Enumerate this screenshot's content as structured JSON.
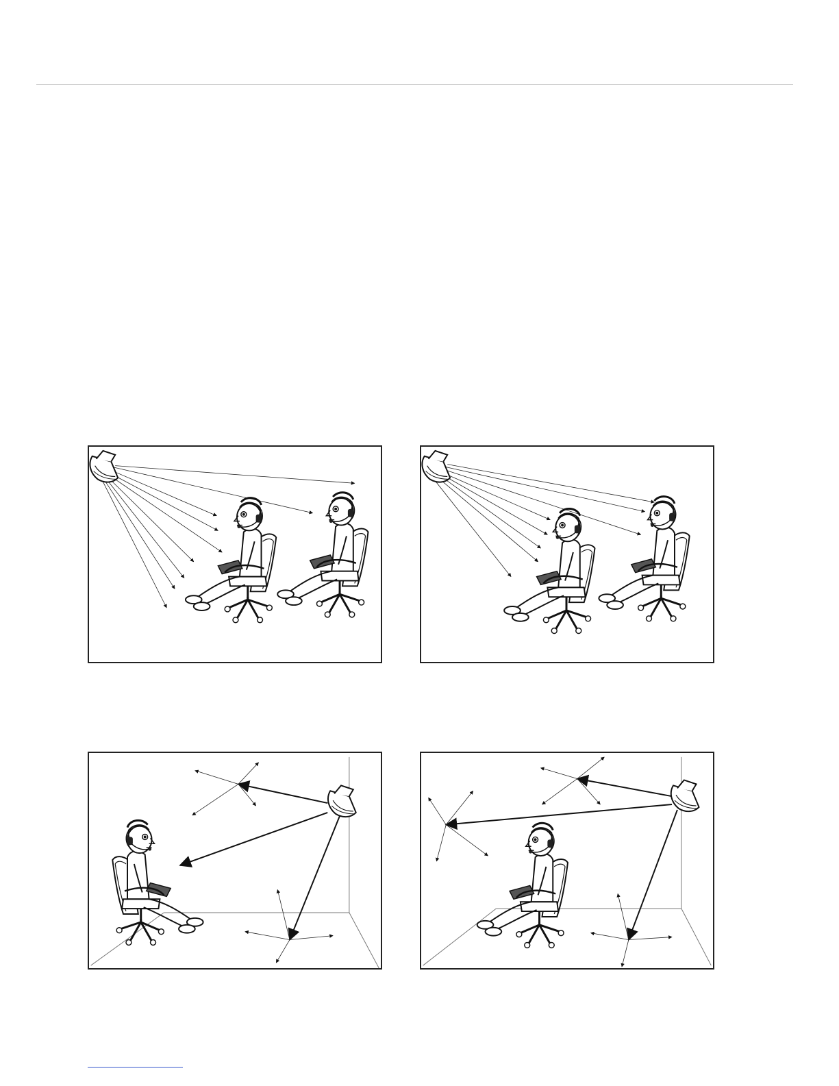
{
  "page": {
    "line_color": "#222222",
    "rule_color": "#c8c8c8",
    "footnote_rule_color": "#3355cc"
  },
  "panels": [
    {
      "id": "panel-1",
      "scene": "directional-speaker-two-listeners"
    },
    {
      "id": "panel-2",
      "scene": "directional-speaker-two-listeners-close"
    },
    {
      "id": "panel-3",
      "scene": "room-reflections-listener-left"
    },
    {
      "id": "panel-4",
      "scene": "room-reflections-listener-center"
    }
  ]
}
